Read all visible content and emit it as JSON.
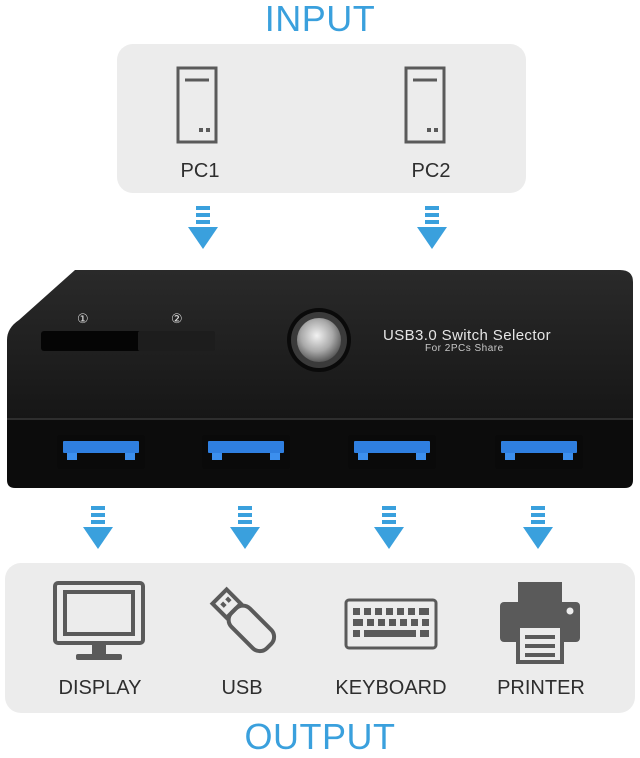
{
  "input": {
    "title": "INPUT",
    "items": [
      {
        "label": "PC1",
        "icon": "computer-tower-icon"
      },
      {
        "label": "PC2",
        "icon": "computer-tower-icon"
      }
    ]
  },
  "device": {
    "title": "USB3.0 Switch Selector",
    "subtitle": "For 2PCs Share",
    "switch_positions": [
      "①",
      "②"
    ],
    "port_count": 4
  },
  "output": {
    "title": "OUTPUT",
    "items": [
      {
        "label": "DISPLAY",
        "icon": "monitor-icon"
      },
      {
        "label": "USB",
        "icon": "usb-stick-icon"
      },
      {
        "label": "KEYBOARD",
        "icon": "keyboard-icon"
      },
      {
        "label": "PRINTER",
        "icon": "printer-icon"
      }
    ]
  },
  "colors": {
    "accent": "#3aa0dd",
    "panel": "#ececec",
    "icon": "#5a5a5a",
    "device_body": "#141414",
    "usb_port": "#2f7fe0"
  }
}
